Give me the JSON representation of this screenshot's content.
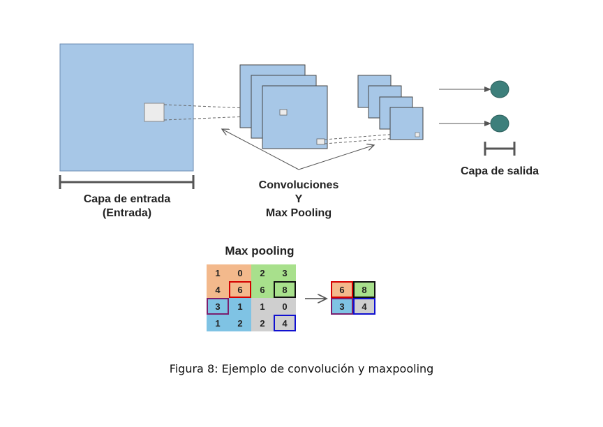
{
  "labels": {
    "input_l1": "Capa de entrada",
    "input_l2": "(Entrada)",
    "conv_l1": "Convoluciones",
    "conv_l2": "Y",
    "conv_l3": "Max Pooling",
    "output": "Capa de salida"
  },
  "maxpool": {
    "title": "Max pooling",
    "input_grid": [
      [
        {
          "v": "1",
          "c": "#f3b98c"
        },
        {
          "v": "0",
          "c": "#f3b98c"
        },
        {
          "v": "2",
          "c": "#a8e08c"
        },
        {
          "v": "3",
          "c": "#a8e08c"
        }
      ],
      [
        {
          "v": "4",
          "c": "#f3b98c"
        },
        {
          "v": "6",
          "c": "#f3b98c",
          "b": "#d40000"
        },
        {
          "v": "6",
          "c": "#a8e08c"
        },
        {
          "v": "8",
          "c": "#a8e08c",
          "b": "#111111"
        }
      ],
      [
        {
          "v": "3",
          "c": "#7fc3e4",
          "b": "#7a1f6e"
        },
        {
          "v": "1",
          "c": "#7fc3e4"
        },
        {
          "v": "1",
          "c": "#cfcfcf"
        },
        {
          "v": "0",
          "c": "#cfcfcf"
        }
      ],
      [
        {
          "v": "1",
          "c": "#7fc3e4"
        },
        {
          "v": "2",
          "c": "#7fc3e4"
        },
        {
          "v": "2",
          "c": "#cfcfcf"
        },
        {
          "v": "4",
          "c": "#cfcfcf",
          "b": "#1010d0"
        }
      ]
    ],
    "output_grid": [
      [
        {
          "v": "6",
          "c": "#f3b98c",
          "b": "#d40000"
        },
        {
          "v": "8",
          "c": "#a8e08c",
          "b": "#111111"
        }
      ],
      [
        {
          "v": "3",
          "c": "#7fc3e4",
          "b": "#7a1f6e"
        },
        {
          "v": "4",
          "c": "#cfcfcf",
          "b": "#1010d0"
        }
      ]
    ]
  },
  "caption": "Figura 8: Ejemplo de convolución y maxpooling",
  "colors": {
    "layer_fill": "#a7c7e7",
    "layer_stroke": "#555555",
    "output_node": "#3d7f7b",
    "arrow": "#555555"
  }
}
